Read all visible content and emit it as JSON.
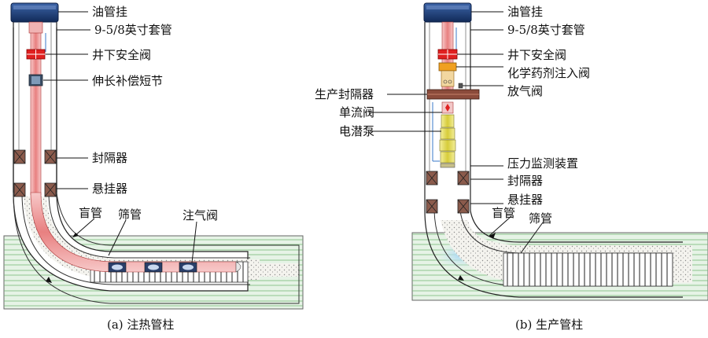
{
  "left_diagram": {
    "caption": "(a) 注热管柱",
    "labels": {
      "hanger": "油管挂",
      "casing": "9-5/8英寸套管",
      "safety_valve": "井下安全阀",
      "expansion_joint": "伸长补偿短节",
      "packer": "封隔器",
      "suspender": "悬挂器",
      "blind_pipe": "盲管",
      "screen": "筛管",
      "gas_injection_valve": "注气阀"
    }
  },
  "right_diagram": {
    "caption": "(b) 生产管柱",
    "labels": {
      "hanger": "油管挂",
      "casing": "9-5/8英寸套管",
      "safety_valve": "井下安全阀",
      "chemical_valve": "化学药剂注入阀",
      "vent_valve": "放气阀",
      "production_packer": "生产封隔器",
      "check_valve": "单流阀",
      "esp": "电潜泵",
      "pressure_gauge": "压力监测装置",
      "packer": "封隔器",
      "suspender": "悬挂器",
      "blind_pipe": "盲管",
      "screen": "筛管"
    }
  },
  "colors": {
    "formation_fill": "#e6f3e6",
    "formation_line": "#6fb56f",
    "hanger_blue": "#1c3f7a",
    "tubing_red": "#e88f8f",
    "valve_red": "#e02020",
    "gravel": "#f0efe8",
    "packer_brown": "#7a4a3a",
    "pump_yellow": "#e8e070",
    "light_blue": "#bfe0f5"
  }
}
